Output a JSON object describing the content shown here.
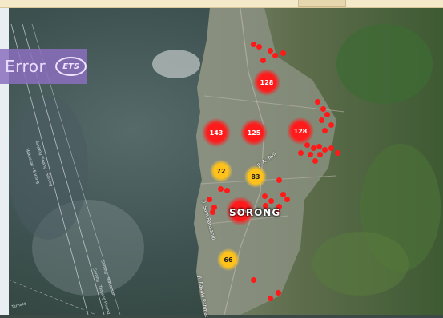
{
  "error_badge": {
    "text": "Error",
    "logo_text": "ETS"
  },
  "city_label": "SORONG",
  "road_labels": [
    "Jl. Sam Ratulangi",
    "Jl. Basuki Rahmat",
    "Jl. A. Yani"
  ],
  "sea_labels": [
    "Tanjung Pinang - Sorong",
    "Makassar - Sorong",
    "Sorong - Makassar",
    "Sorong - Tanjung Pinang",
    "Ternate"
  ],
  "clusters": [
    {
      "count": "128",
      "color": "red"
    },
    {
      "count": "143",
      "color": "red"
    },
    {
      "count": "125",
      "color": "red"
    },
    {
      "count": "128",
      "color": "red"
    },
    {
      "count": "72",
      "color": "yellow"
    },
    {
      "count": "83",
      "color": "yellow"
    },
    {
      "count": "175",
      "color": "red"
    },
    {
      "count": "66",
      "color": "yellow"
    }
  ],
  "colors": {
    "cluster_red": "#ff1b1b",
    "cluster_yellow": "#ffc21a",
    "badge": "#8c6ebe"
  }
}
